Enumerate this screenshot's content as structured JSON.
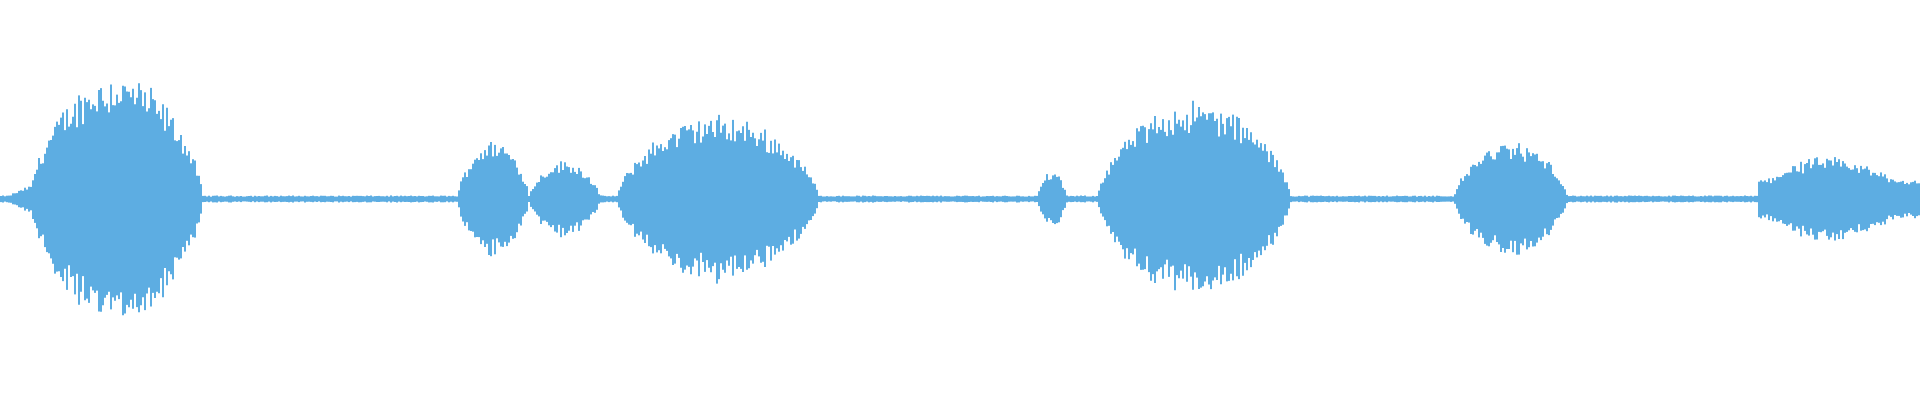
{
  "waveform": {
    "color": "#5dade2",
    "baseline_amplitude": 0.02,
    "segments": [
      {
        "start": 0.0,
        "end": 0.015,
        "peak": 0.08,
        "shape": "ramp-in"
      },
      {
        "start": 0.015,
        "end": 0.105,
        "peak": 0.72,
        "shape": "swell"
      },
      {
        "start": 0.238,
        "end": 0.275,
        "peak": 0.34,
        "shape": "swell"
      },
      {
        "start": 0.275,
        "end": 0.312,
        "peak": 0.22,
        "shape": "swell"
      },
      {
        "start": 0.321,
        "end": 0.426,
        "peak": 0.48,
        "shape": "swell"
      },
      {
        "start": 0.54,
        "end": 0.555,
        "peak": 0.16,
        "shape": "swell"
      },
      {
        "start": 0.571,
        "end": 0.672,
        "peak": 0.56,
        "shape": "swell"
      },
      {
        "start": 0.757,
        "end": 0.816,
        "peak": 0.33,
        "shape": "swell"
      },
      {
        "start": 0.915,
        "end": 1.0,
        "peak": 0.26,
        "shape": "taper"
      }
    ]
  }
}
